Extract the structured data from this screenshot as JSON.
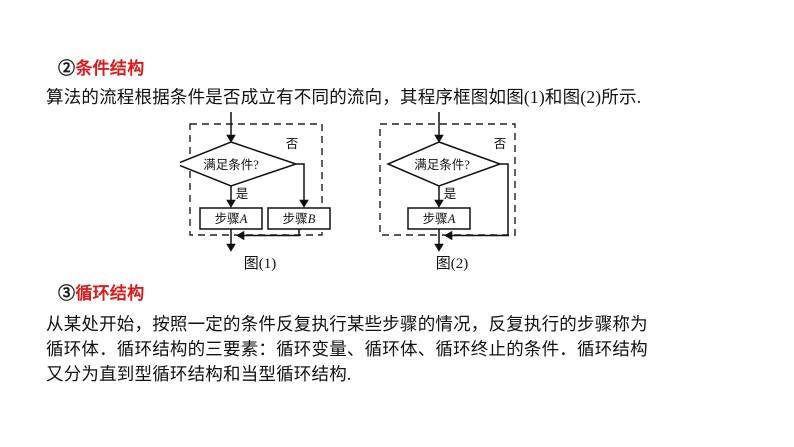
{
  "document": {
    "background": "#ffffff",
    "accent_red": "#d91d1d",
    "ink": "#111111"
  },
  "sections": [
    {
      "marker": "②",
      "title": "条件结构",
      "body": "算法的流程根据条件是否成立有不同的流向，其程序框图如图(1)和图(2)所示."
    },
    {
      "marker": "③",
      "title": "循环结构",
      "body_lines": [
        "从某处开始，按照一定的条件反复执行某些步骤的情况，反复执行的步骤称为",
        "循环体．循环结构的三要素：循环变量、循环体、循环终止的条件．循环结构",
        "又分为直到型循环结构和当型循环结构."
      ]
    }
  ],
  "figures": [
    {
      "caption": "图(1)",
      "decision": "满足条件?",
      "label_yes": "是",
      "label_no": "否",
      "boxes": [
        {
          "prefix": "步骤",
          "suffix": "A"
        },
        {
          "prefix": "步骤",
          "suffix": "B"
        }
      ]
    },
    {
      "caption": "图(2)",
      "decision": "满足条件?",
      "label_yes": "是",
      "label_no": "否",
      "boxes": [
        {
          "prefix": "步骤",
          "suffix": "A"
        }
      ]
    }
  ]
}
